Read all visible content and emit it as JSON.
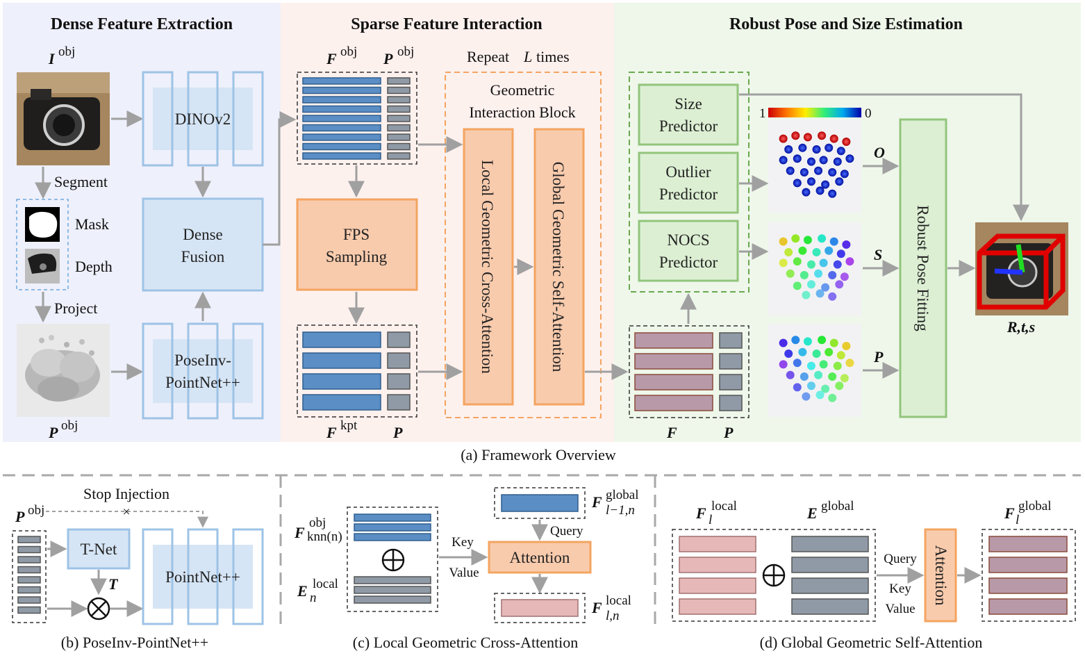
{
  "sections": {
    "dense": "Dense Feature Extraction",
    "sparse": "Sparse Feature Interaction",
    "robust": "Robust Pose and Size Estimation"
  },
  "symbols": {
    "I_obj": "I",
    "obj": "obj",
    "P": "P",
    "F": "F",
    "kpt": "kpt",
    "E": "E",
    "local": "local",
    "global": "global",
    "O": "O",
    "S": "S",
    "Rts": "R,t,s",
    "T": "T",
    "l": "l",
    "lminus1n": "l−1,n",
    "ln": "l,n",
    "n": "n",
    "knn": "knn(n)"
  },
  "labels": {
    "segment": "Segment",
    "mask": "Mask",
    "depth": "Depth",
    "project": "Project",
    "dinov2": "DINOv2",
    "dense_fusion_1": "Dense",
    "dense_fusion_2": "Fusion",
    "poseinv_1": "PoseInv-",
    "poseinv_2": "PointNet++",
    "fps_1": "FPS",
    "fps_2": "Sampling",
    "repeat_pre": "Repeat",
    "repeat_L": "L",
    "repeat_post": "times",
    "gib_1": "Geometric",
    "gib_2": "Interaction Block",
    "local_ca": "Local Geometric Cross-Attention",
    "global_sa": "Global Geometric Self-Attention",
    "size_1": "Size",
    "size_2": "Predictor",
    "outlier_1": "Outlier",
    "outlier_2": "Predictor",
    "nocs_1": "NOCS",
    "nocs_2": "Predictor",
    "robust_fit": "Robust Pose Fitting",
    "scale_hi": "1",
    "scale_lo": "0",
    "stop_injection": "Stop Injection",
    "tnet": "T-Net",
    "pointnet": "PointNet++",
    "attention": "Attention",
    "query": "Query",
    "key": "Key",
    "value": "Value"
  },
  "captions": {
    "a": "(a) Framework Overview",
    "b": "(b) PoseInv-PointNet++",
    "c": "(c) Local Geometric Cross-Attention",
    "d": "(d) Global Geometric Self-Attention"
  },
  "colors": {
    "blue_panel": "#eef0fb",
    "pink_panel": "#fdf1ee",
    "green_panel": "#eef7ea",
    "module_blue": "#d6e5f5",
    "module_blue_edge": "#9dc3e6",
    "orange": "#f8cbad",
    "orange_edge": "#f4a460",
    "green": "#dcefd3",
    "green_edge": "#92c47c",
    "feat_blue": "#5b8ec4",
    "feat_gray": "#8f9aa6",
    "feat_pink": "#d9b2b7",
    "feat_mauve": "#b899a8"
  }
}
